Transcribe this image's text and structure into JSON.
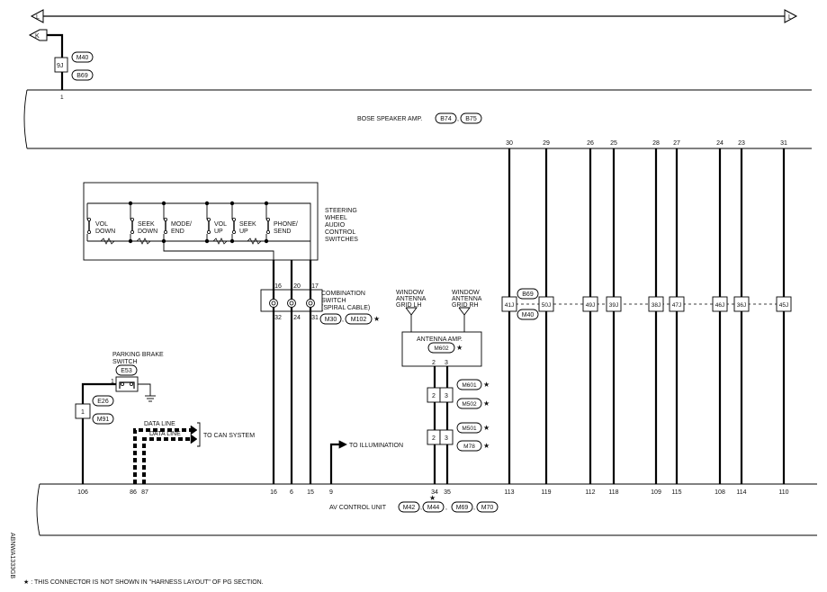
{
  "side_code": "ABNWA1333GB",
  "footnote": "★ : THIS CONNECTOR IS NOT SHOWN IN \"HARNESS LAYOUT\" OF PG SECTION.",
  "top_bus": {
    "left_letter": "L",
    "right_letter": "L"
  },
  "k_marker": "K",
  "bose": {
    "label": "BOSE SPEAKER AMP.",
    "conn1": "B74",
    "sep": ",",
    "conn2": "B75",
    "terminal_left": "1",
    "inline_code": "9J",
    "inline_conn1": "M40",
    "inline_conn2": "B69"
  },
  "speaker_lines": [
    {
      "top": "30",
      "jc": "41J",
      "bottom": "113"
    },
    {
      "top": "29",
      "jc": "50J",
      "bottom": "119"
    },
    {
      "top": "26",
      "jc": "49J",
      "bottom": "112"
    },
    {
      "top": "25",
      "jc": "39J",
      "bottom": "118"
    },
    {
      "top": "28",
      "jc": "38J",
      "bottom": "109"
    },
    {
      "top": "27",
      "jc": "47J",
      "bottom": "115"
    },
    {
      "top": "24",
      "jc": "46J",
      "bottom": "108"
    },
    {
      "top": "23",
      "jc": "36J",
      "bottom": "114"
    },
    {
      "top": "31",
      "jc": "45J",
      "bottom": "110"
    }
  ],
  "jc_conn1": "B69",
  "jc_conn2": "M40",
  "steering": {
    "label_lines": [
      "STEERING",
      "WHEEL",
      "AUDIO",
      "CONTROL",
      "SWITCHES"
    ],
    "switches": [
      {
        "l1": "VOL",
        "l2": "DOWN"
      },
      {
        "l1": "SEEK",
        "l2": "DOWN"
      },
      {
        "l1": "MODE/",
        "l2": "END"
      },
      {
        "l1": "VOL",
        "l2": "UP"
      },
      {
        "l1": "SEEK",
        "l2": "UP"
      },
      {
        "l1": "PHONE/",
        "l2": "SEND"
      }
    ]
  },
  "combo": {
    "label_lines": [
      "COMBINATION",
      "SWITCH",
      "(SPIRAL CABLE)"
    ],
    "pins_top": [
      "16",
      "20",
      "17"
    ],
    "pins_bottom": [
      "32",
      "24",
      "31"
    ],
    "conn1": "M30",
    "sep": ",",
    "conn2": "M102",
    "star": "★"
  },
  "antenna": {
    "lh_lines": [
      "WINDOW",
      "ANTENNA",
      "GRID LH"
    ],
    "rh_lines": [
      "WINDOW",
      "ANTENNA",
      "GRID RH"
    ],
    "amp_label": "ANTENNA AMP.",
    "amp_conn": "M602",
    "star": "★",
    "pin_a": "2",
    "pin_b": "3",
    "jc1_pins": [
      "2",
      "3"
    ],
    "jc1_conn1": "M601",
    "jc1_conn2": "M502",
    "jc2_pins": [
      "2",
      "3"
    ],
    "jc2_conn1": "M501",
    "jc2_conn2": "M78"
  },
  "illumination": "TO ILLUMINATION",
  "parking": {
    "label_lines": [
      "PARKING BRAKE",
      "SWITCH"
    ],
    "conn": "E53",
    "pin": "1",
    "inline_pin": "1",
    "inline_conn1": "E26",
    "inline_conn2": "M91"
  },
  "data_line_1": "DATA LINE",
  "data_line_2": "DATA LINE",
  "can": "TO CAN SYSTEM",
  "av": {
    "label": "AV CONTROL UNIT",
    "conn1": "M42",
    "sep": ",",
    "conn2": "M44",
    "conn3": "M69",
    "conn4": "M70",
    "star": "★",
    "pins": {
      "p106": "106",
      "p86": "86",
      "p87": "87",
      "p16": "16",
      "p6": "6",
      "p15": "15",
      "p9": "9",
      "p34": "34",
      "p35": "35"
    }
  }
}
